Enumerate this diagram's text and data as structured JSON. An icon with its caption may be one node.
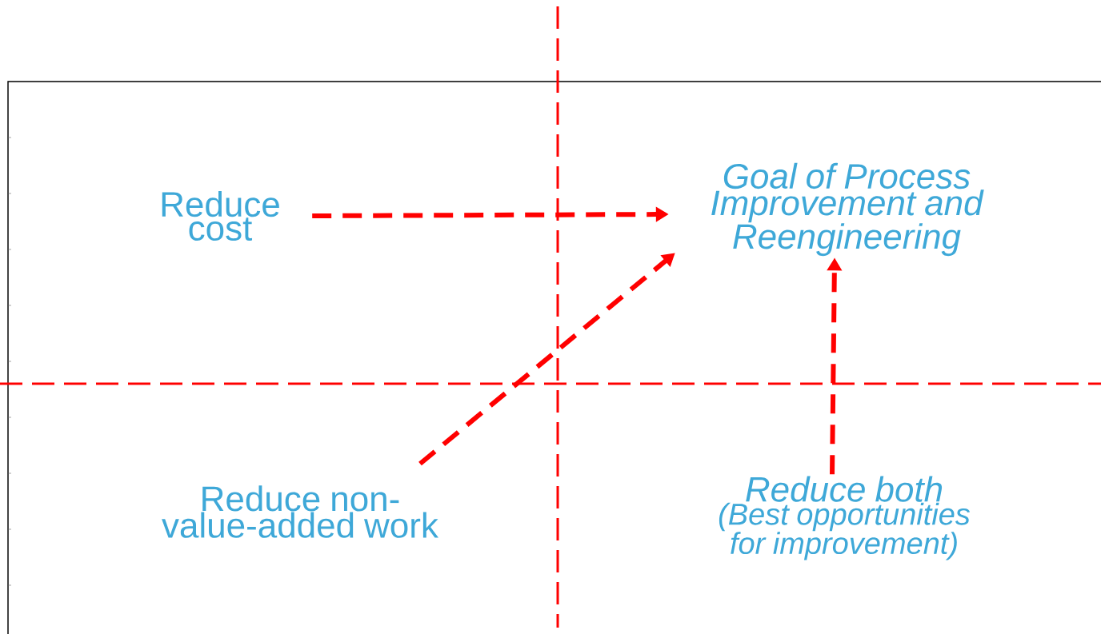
{
  "diagram": {
    "nodes": [
      {
        "text": [
          "Reduce cost"
        ]
      },
      {
        "text": [
          "Goal of Process Improvement and Reengineering"
        ]
      },
      {
        "text": [
          "Reduce non-value-added work"
        ]
      },
      {
        "text": [
          "Reduce both",
          "(Best opportunities for improvement)"
        ]
      }
    ],
    "edges": [
      {
        "from": 0,
        "to": 1,
        "arrow": "to",
        "style": "dashed"
      },
      {
        "from": 2,
        "to": 1,
        "arrow": "to",
        "style": "dashed"
      },
      {
        "from": 3,
        "to": 1,
        "arrow": "to",
        "style": "dashed"
      }
    ]
  }
}
